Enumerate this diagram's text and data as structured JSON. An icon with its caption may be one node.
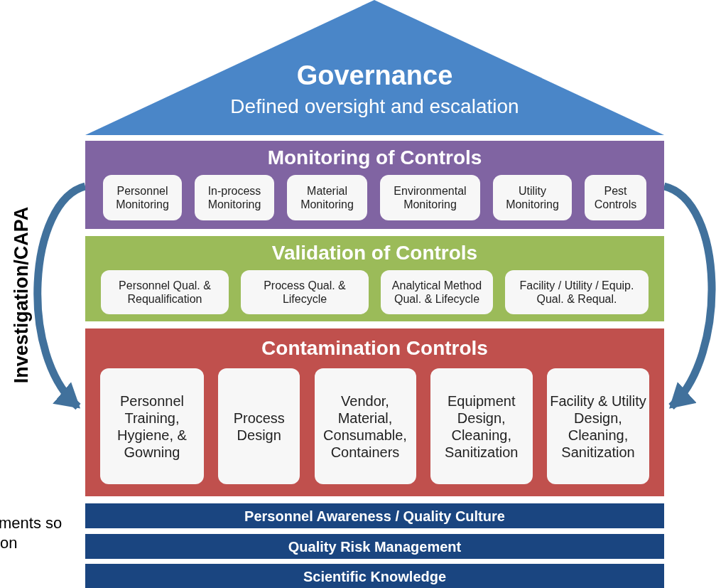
{
  "diagram": {
    "nodes": [
      {
        "text": [
          "Governance",
          "Defined oversight and escalation"
        ]
      },
      {
        "text": [
          "Monitoring of Controls"
        ]
      },
      {
        "text": [
          "Personnel Monitoring"
        ],
        "in": 1
      },
      {
        "text": [
          "In-process Monitoring"
        ],
        "in": 1
      },
      {
        "text": [
          "Material Monitoring"
        ],
        "in": 1
      },
      {
        "text": [
          "Environmental Monitoring"
        ],
        "in": 1
      },
      {
        "text": [
          "Utility Monitoring"
        ],
        "in": 1
      },
      {
        "text": [
          "Pest Controls"
        ],
        "in": 1
      },
      {
        "text": [
          "Validation of Controls"
        ]
      },
      {
        "text": [
          "Personnel Qual. & Requalification"
        ],
        "in": 8
      },
      {
        "text": [
          "Process Qual. & Lifecycle"
        ],
        "in": 8
      },
      {
        "text": [
          "Analytical Method Qual. & Lifecycle"
        ],
        "in": 8
      },
      {
        "text": [
          "Facility / Utility / Equip. Qual. & Requal."
        ],
        "in": 8
      },
      {
        "text": [
          "Contamination Controls"
        ]
      },
      {
        "text": [
          "Personnel Training, Hygiene, & Gowning"
        ],
        "in": 13
      },
      {
        "text": [
          "Process Design"
        ],
        "in": 13
      },
      {
        "text": [
          "Vendor, Material, Consumable, Containers"
        ],
        "in": 13
      },
      {
        "text": [
          "Equipment Design, Cleaning, Sanitization"
        ],
        "in": 13
      },
      {
        "text": [
          "Facility & Utility Design, Cleaning, Sanitization"
        ],
        "in": 13
      },
      {
        "text": [
          "Personnel Awareness / Quality Culture"
        ]
      },
      {
        "text": [
          "Quality Risk Management"
        ]
      },
      {
        "text": [
          "Scientific Knowledge"
        ]
      }
    ],
    "edges": [
      {
        "from": 1,
        "to": 13,
        "arrow": "to",
        "label": "Investigation/CAPA"
      },
      {
        "from": 1,
        "to": 13,
        "arrow": "to"
      }
    ],
    "labels": [
      "ments so",
      "on"
    ]
  }
}
